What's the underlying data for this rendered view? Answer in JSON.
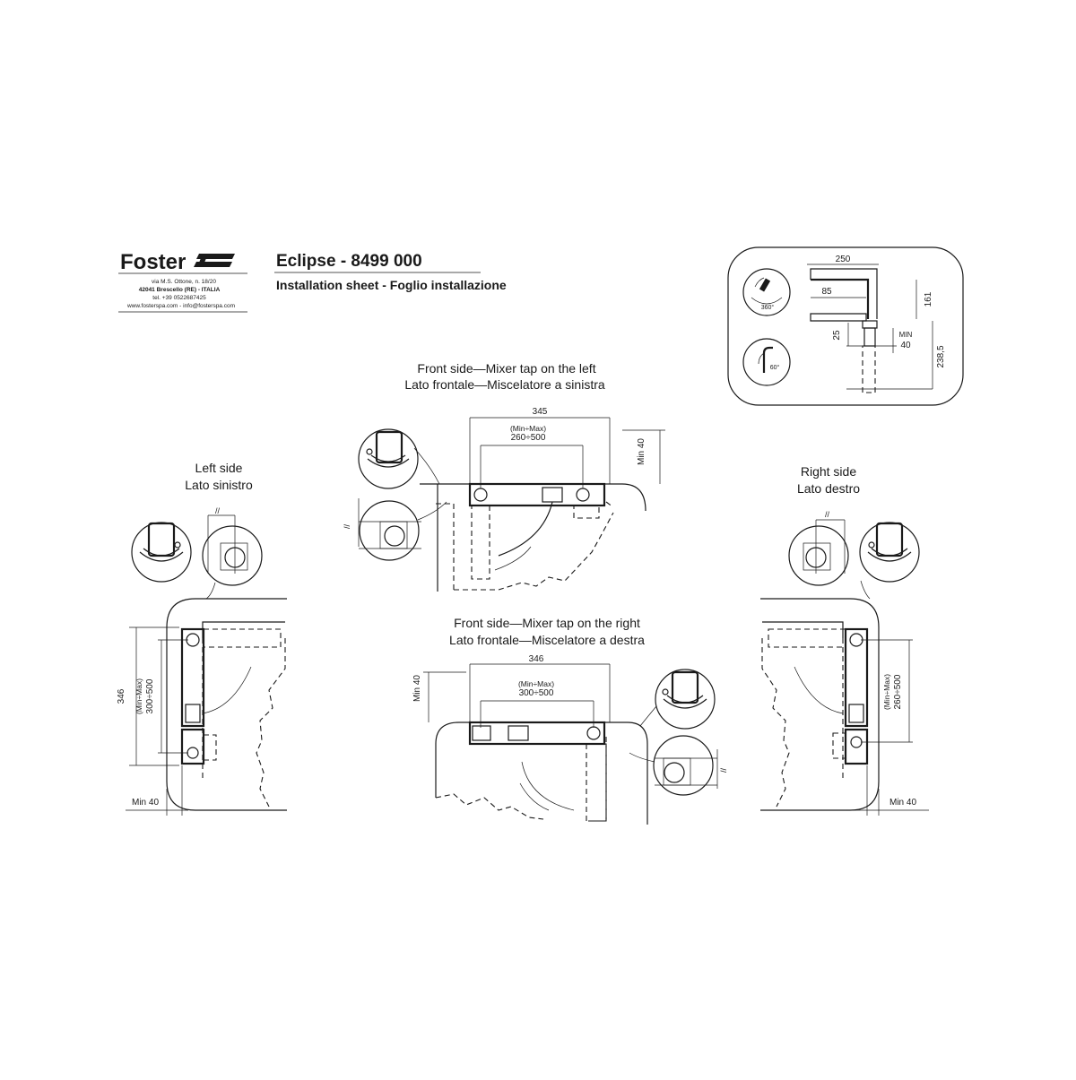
{
  "header": {
    "brand": "Foster",
    "address_line1": "via M.S. Ottone, n. 18/20",
    "address_line2": "42041 Brescello (RE) - ITALIA",
    "phone": "tel. +39 0522687425",
    "web": "www.fosterspa.com - info@fosterspa.com",
    "title": "Eclipse - 8499 000",
    "subtitle": "Installation sheet - Foglio installazione"
  },
  "tap_detail": {
    "rotation_label": "360°",
    "tilt_label": "60°",
    "dim_width": "250",
    "dim_spout": "85",
    "dim_height": "161",
    "dim_thickness": "25",
    "dim_min": "MIN",
    "dim_min_value": "40",
    "dim_below": "238,5"
  },
  "views": {
    "front_left": {
      "caption_en": "Front side—Mixer tap on the left",
      "caption_it": "Lato frontale—Miscelatore a sinistra",
      "dim_total": "345",
      "dim_range_label": "(Min÷Max)",
      "dim_range": "260÷500",
      "dim_min": "Min 40",
      "parallel_mark": "//"
    },
    "front_right": {
      "caption_en": "Front side—Mixer tap on the right",
      "caption_it": "Lato frontale—Miscelatore a destra",
      "dim_total": "346",
      "dim_range_label": "(Min÷Max)",
      "dim_range": "300÷500",
      "dim_min": "Min 40",
      "parallel_mark": "//"
    },
    "left_side": {
      "caption_en": "Left side",
      "caption_it": "Lato sinistro",
      "dim_total": "346",
      "dim_range_label": "(Min÷Max)",
      "dim_range": "300÷500",
      "dim_min": "Min 40",
      "parallel_mark": "//"
    },
    "right_side": {
      "caption_en": "Right side",
      "caption_it": "Lato destro",
      "dim_range_label": "(Min÷Max)",
      "dim_range": "260÷500",
      "dim_min": "Min 40",
      "parallel_mark": "//"
    }
  }
}
